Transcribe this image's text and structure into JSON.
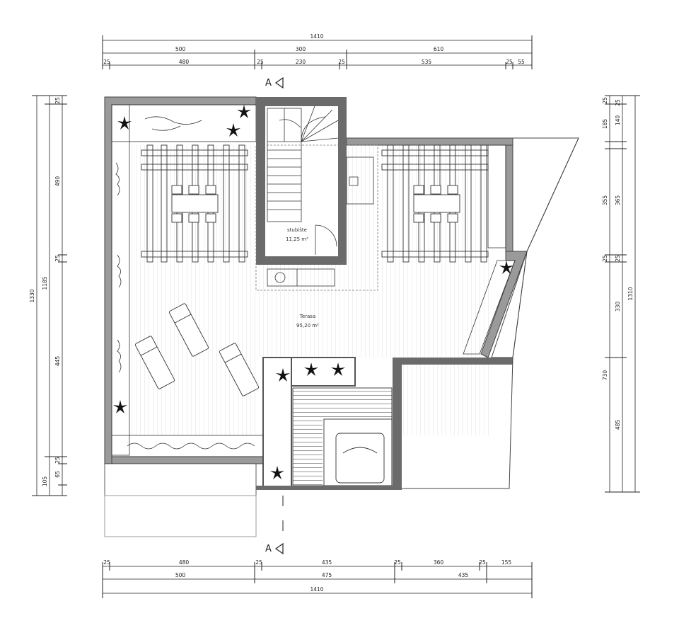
{
  "dimensions": {
    "top": {
      "total": "1410",
      "row2": [
        "500",
        "300",
        "610"
      ],
      "row3": [
        "25",
        "480",
        "25",
        "230",
        "25",
        "535",
        "25",
        "55"
      ]
    },
    "bottom": {
      "row1": [
        "25",
        "480",
        "25",
        "435",
        "25",
        "360",
        "25",
        "155"
      ],
      "row2": [
        "500",
        "475",
        "435"
      ],
      "total": "1410"
    },
    "left": {
      "outer": "1330",
      "middle": "1185",
      "inner": [
        "25",
        "490",
        "25",
        "445",
        "25",
        "65",
        "105"
      ]
    },
    "right": {
      "outer": "1310",
      "middle": [
        "25",
        "365",
        "25",
        "330",
        "730"
      ],
      "inner": [
        "25",
        "185",
        "140",
        "355",
        "25",
        "485"
      ]
    }
  },
  "rooms": {
    "stairs": {
      "name": "stubište",
      "area": "11,25 m²"
    },
    "terrace": {
      "name": "Terasa",
      "area": "95,20 m²"
    }
  },
  "sections": {
    "top": "A",
    "bottom": "A"
  },
  "colors": {
    "wall": "#6b6b6b",
    "line": "#222222",
    "grid": "#d8d8d8"
  }
}
